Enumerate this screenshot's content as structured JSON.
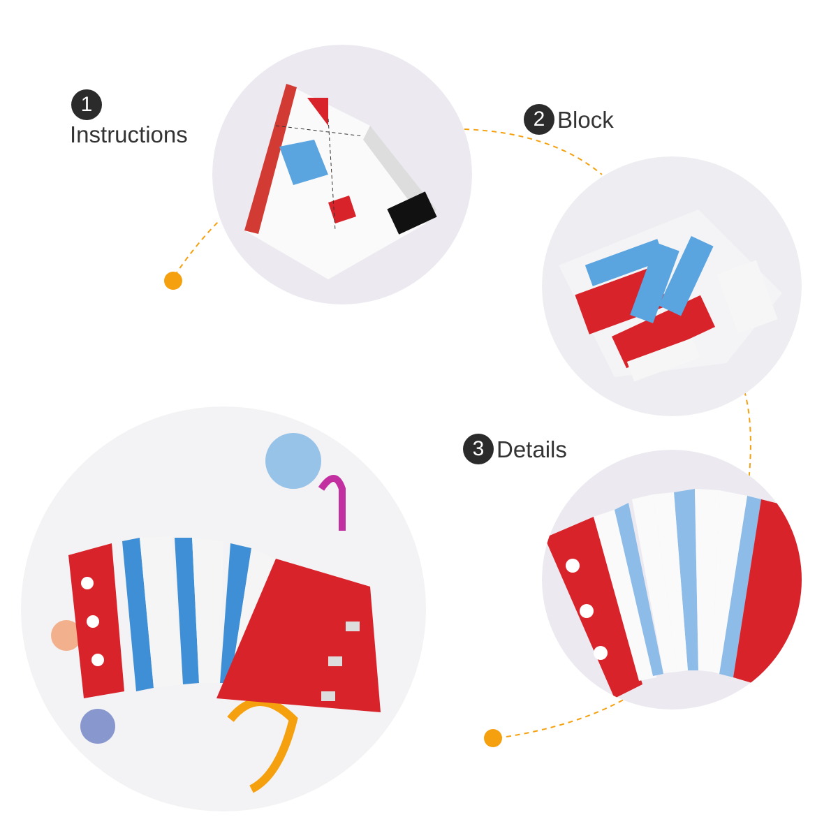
{
  "steps": [
    {
      "number": "1",
      "label": "Instructions"
    },
    {
      "number": "2",
      "label": "Block"
    },
    {
      "number": "3",
      "label": "Details"
    }
  ],
  "colors": {
    "accent": "#f5a00f",
    "badge": "#2b2b2b",
    "red": "#d8232a",
    "blue": "#3f8fd6",
    "light_blue": "#8ebce8",
    "circle_bg": "#eeecf2"
  },
  "icons": [
    "numbered-badge",
    "orange-dot",
    "dashed-connector"
  ]
}
